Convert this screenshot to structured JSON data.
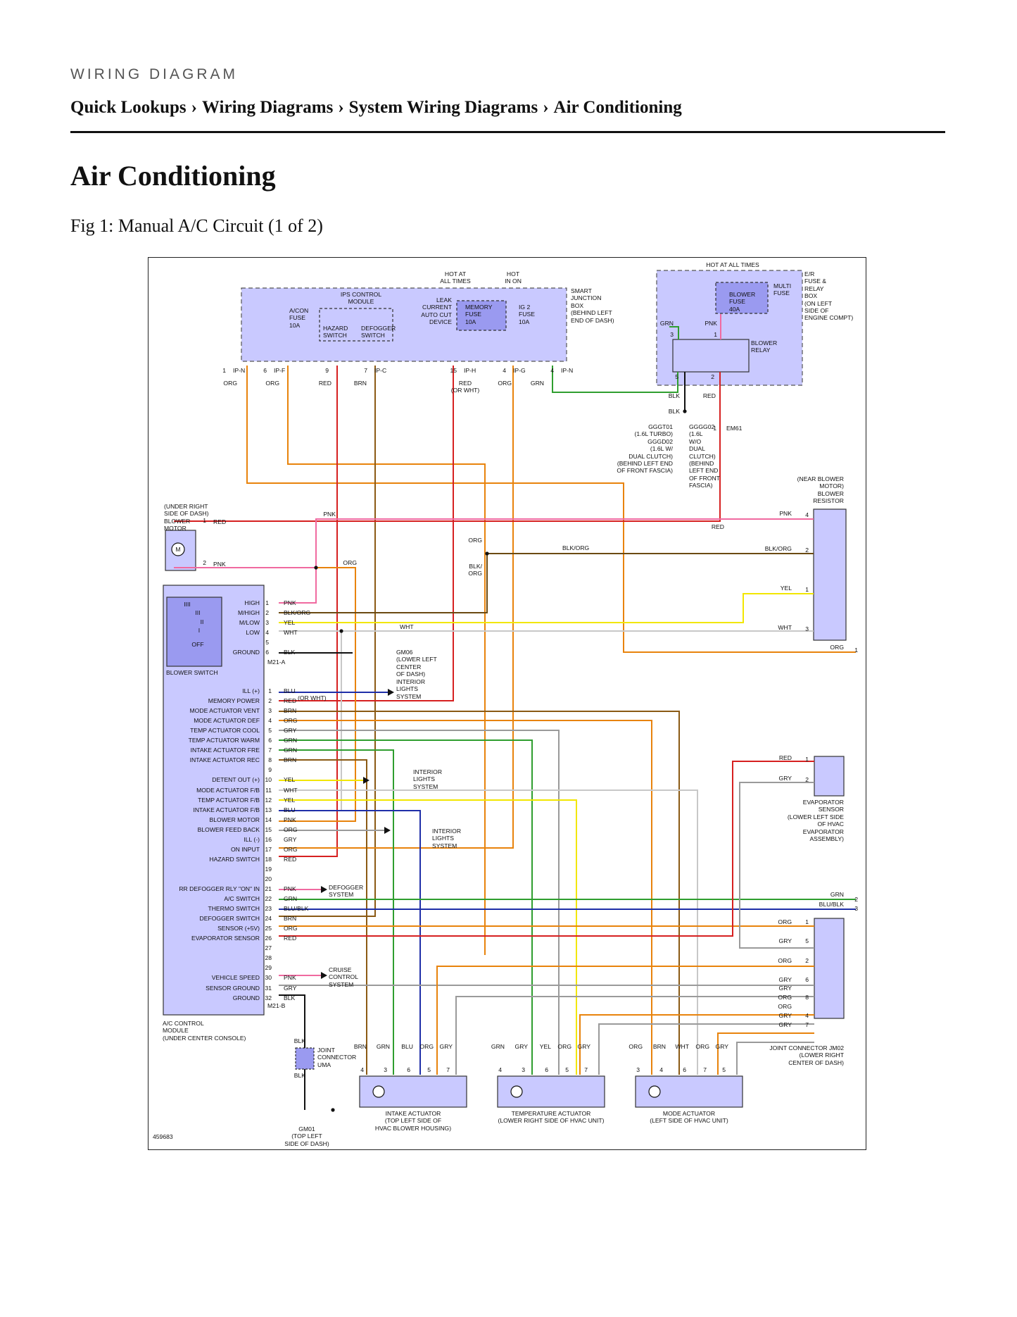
{
  "header": {
    "eyebrow": "WIRING DIAGRAM",
    "breadcrumb": [
      "Quick Lookups",
      "Wiring Diagrams",
      "System Wiring Diagrams",
      "Air Conditioning"
    ],
    "separator": "›"
  },
  "page_title": "Air Conditioning",
  "figure": {
    "caption": "Fig 1: Manual A/C Circuit (1 of 2)",
    "image_number": "459683"
  },
  "diagram": {
    "colors": {
      "ORG": "#e8830c",
      "RED": "#d62020",
      "BRN": "#8b5a14",
      "GRN": "#2f9e2f",
      "PNK": "#f06aa0",
      "BLK": "#111111",
      "YEL": "#f2e600",
      "WHT": "#c8c8c8",
      "GRY": "#9a9a9a",
      "BLU": "#1f2fa8",
      "BLKORG": "#6b4a12",
      "BLUBLK": "#1f2fa8",
      "module_fill": "#c9c9ff",
      "module_dark": "#9a9af0"
    },
    "top": {
      "hot_at_all_times": "HOT AT\nALL TIMES",
      "hot_in_on": "HOT\nIN ON",
      "hot_at_all_times_er": "HOT AT ALL TIMES",
      "ips_control_module": "IPS CONTROL\nMODULE",
      "acon_fuse": "A/CON\nFUSE\n10A",
      "hazard_switch": "HAZARD\nSWITCH",
      "defogger_switch": "DEFOGGER\nSWITCH",
      "leak_current": "LEAK\nCURRENT\nAUTO CUT\nDEVICE",
      "memory_fuse": "MEMORY\nFUSE\n10A",
      "ig2_fuse": "IG 2\nFUSE\n10A",
      "smart_junction_box": "SMART\nJUNCTION\nBOX\n(BEHIND LEFT\nEND OF DASH)",
      "er_box": "E/R\nFUSE &\nRELAY\nBOX\n(ON LEFT\nSIDE OF\nENGINE COMPT)",
      "multi_fuse": "MULTI\nFUSE",
      "blower_fuse": "BLOWER\nFUSE\n40A",
      "blower_relay": "BLOWER\nRELAY",
      "connectors": [
        {
          "pin": "1",
          "name": "IP-N"
        },
        {
          "pin": "6",
          "name": "IP-F"
        },
        {
          "pin": "9",
          "name": ""
        },
        {
          "pin": "7",
          "name": "IP-C"
        },
        {
          "pin": "15",
          "name": "IP-H"
        },
        {
          "pin": "4",
          "name": "IP-G"
        },
        {
          "pin": "4",
          "name": "IP-N"
        }
      ],
      "wire_colors": [
        "ORG",
        "ORG",
        "RED",
        "BRN",
        "RED\n(OR WHT)",
        "ORG",
        "GRN"
      ],
      "er_wires": {
        "grn": "GRN",
        "pnk": "PNK",
        "pin3": "3",
        "pin1": "1",
        "pin5": "5",
        "pin2": "2",
        "blk": "BLK",
        "red": "RED",
        "blk2": "BLK"
      },
      "grounds": "GGGT01\n(1.6L TURBO)\nGGGD02\n(1.6L W/\nDUAL CLUTCH)\n(BEHIND LEFT END\nOF FRONT FASCIA)",
      "grounds2": "GGGG02\n(1.6L\nW/O\nDUAL\nCLUTCH)\n(BEHIND\nLEFT END\nOF FRONT\nFASCIA)",
      "em61": "EM61",
      "em61_pin": "1"
    },
    "blower_motor": {
      "label": "(UNDER RIGHT\nSIDE OF DASH)\nBLOWER\nMOTOR",
      "pins": [
        {
          "pin": "1",
          "color": "RED"
        },
        {
          "pin": "2",
          "color": "PNK"
        }
      ],
      "symbol": "M"
    },
    "blower_resistor": {
      "label": "(NEAR BLOWER\nMOTOR)\nBLOWER\nRESISTOR",
      "pins": [
        {
          "pin": "4",
          "color": "PNK"
        },
        {
          "pin": "2",
          "color": "BLK/ORG"
        },
        {
          "pin": "1",
          "color": "YEL"
        },
        {
          "pin": "3",
          "color": "WHT"
        }
      ]
    },
    "mid_wire_labels": {
      "pnk": "PNK",
      "red": "RED",
      "org": "ORG",
      "blkorg": "BLK/ORG",
      "blkorg2": "BLK/\nORG",
      "org2": "ORG",
      "wht": "WHT",
      "org_out": "ORG",
      "org_out_pin": "1"
    },
    "blower_switch": {
      "label": "BLOWER SWITCH",
      "positions": [
        "IIII",
        "III",
        "II",
        "I",
        "OFF"
      ],
      "pins": [
        {
          "pin": "1",
          "name": "HIGH",
          "color": "PNK"
        },
        {
          "pin": "2",
          "name": "M/HIGH",
          "color": "BLK/ORG"
        },
        {
          "pin": "3",
          "name": "M/LOW",
          "color": "YEL"
        },
        {
          "pin": "4",
          "name": "LOW",
          "color": "WHT"
        },
        {
          "pin": "5",
          "name": "",
          "color": ""
        },
        {
          "pin": "6",
          "name": "GROUND",
          "color": "BLK"
        }
      ],
      "connector": "M21-A"
    },
    "gm06": "GM06\n(LOWER LEFT\nCENTER\nOF DASH)",
    "ac_module": {
      "label": "A/C CONTROL\nMODULE\n(UNDER CENTER CONSOLE)",
      "connector": "M21-B",
      "pins": [
        {
          "pin": "1",
          "name": "ILL (+)",
          "color": "BLU"
        },
        {
          "pin": "2",
          "name": "MEMORY POWER",
          "color": "RED",
          "note": "(OR WHT)"
        },
        {
          "pin": "3",
          "name": "MODE ACTUATOR VENT",
          "color": "BRN"
        },
        {
          "pin": "4",
          "name": "MODE ACTUATOR DEF",
          "color": "ORG"
        },
        {
          "pin": "5",
          "name": "TEMP ACTUATOR COOL",
          "color": "GRY"
        },
        {
          "pin": "6",
          "name": "TEMP ACTUATOR WARM",
          "color": "GRN"
        },
        {
          "pin": "7",
          "name": "INTAKE ACTUATOR FRE",
          "color": "GRN"
        },
        {
          "pin": "8",
          "name": "INTAKE ACTUATOR REC",
          "color": "BRN"
        },
        {
          "pin": "9",
          "name": "",
          "color": ""
        },
        {
          "pin": "10",
          "name": "DETENT OUT (+)",
          "color": "YEL"
        },
        {
          "pin": "11",
          "name": "MODE ACTUATOR F/B",
          "color": "WHT"
        },
        {
          "pin": "12",
          "name": "TEMP ACTUATOR F/B",
          "color": "YEL"
        },
        {
          "pin": "13",
          "name": "INTAKE ACTUATOR F/B",
          "color": "BLU"
        },
        {
          "pin": "14",
          "name": "BLOWER MOTOR",
          "color": "PNK"
        },
        {
          "pin": "15",
          "name": "BLOWER FEED BACK",
          "color": "ORG"
        },
        {
          "pin": "16",
          "name": "ILL (-)",
          "color": "GRY"
        },
        {
          "pin": "17",
          "name": "ON INPUT",
          "color": "ORG"
        },
        {
          "pin": "18",
          "name": "HAZARD SWITCH",
          "color": "RED"
        },
        {
          "pin": "19",
          "name": "",
          "color": ""
        },
        {
          "pin": "20",
          "name": "",
          "color": ""
        },
        {
          "pin": "21",
          "name": "RR DEFOGGER RLY \"ON\" IN",
          "color": "PNK"
        },
        {
          "pin": "22",
          "name": "A/C SWITCH",
          "color": "GRN"
        },
        {
          "pin": "23",
          "name": "THERMO SWITCH",
          "color": "BLU/BLK"
        },
        {
          "pin": "24",
          "name": "DEFOGGER SWITCH",
          "color": "BRN"
        },
        {
          "pin": "25",
          "name": "SENSOR (+5V)",
          "color": "ORG"
        },
        {
          "pin": "26",
          "name": "EVAPORATOR SENSOR",
          "color": "RED"
        },
        {
          "pin": "27",
          "name": "",
          "color": ""
        },
        {
          "pin": "28",
          "name": "",
          "color": ""
        },
        {
          "pin": "29",
          "name": "",
          "color": ""
        },
        {
          "pin": "30",
          "name": "VEHICLE SPEED",
          "color": "PNK"
        },
        {
          "pin": "31",
          "name": "SENSOR GROUND",
          "color": "GRY"
        },
        {
          "pin": "32",
          "name": "GROUND",
          "color": "BLK"
        }
      ]
    },
    "arrow_targets": {
      "interior_1": "INTERIOR\nLIGHTS\nSYSTEM",
      "interior_2": "INTERIOR\nLIGHTS\nSYSTEM",
      "interior_3": "INTERIOR\nLIGHTS\nSYSTEM",
      "defogger": "DEFOGGER\nSYSTEM",
      "cruise": "CRUISE\nCONTROL\nSYSTEM"
    },
    "evaporator_sensor": {
      "label": "EVAPORATOR\nSENSOR\n(LOWER LEFT SIDE\nOF HVAC\nEVAPORATOR\nASSEMBLY)",
      "pins": [
        {
          "pin": "1",
          "color": "RED"
        },
        {
          "pin": "2",
          "color": "GRY"
        }
      ]
    },
    "right_exits": [
      {
        "pin": "2",
        "color": "GRN"
      },
      {
        "pin": "3",
        "color": "BLU/BLK"
      }
    ],
    "joint_connector_jm02": {
      "label": "JOINT CONNECTOR JM02\n(LOWER RIGHT\nCENTER OF DASH)",
      "pins": [
        {
          "pin": "1",
          "color": "ORG"
        },
        {
          "pin": "5",
          "color": "GRY"
        },
        {
          "pin": "2",
          "color": "ORG"
        },
        {
          "pin": "6",
          "color": "GRY"
        },
        {
          "pin": "",
          "color": "GRY"
        },
        {
          "pin": "8",
          "color": "ORG"
        },
        {
          "pin": "",
          "color": "ORG"
        },
        {
          "pin": "4",
          "color": "GRY"
        },
        {
          "pin": "7",
          "color": "GRY"
        }
      ]
    },
    "joint_connector_uma": {
      "label": "JOINT\nCONNECTOR\nUMA",
      "blk_top": "BLK",
      "blk_bottom": "BLK"
    },
    "gm01": "GM01\n(TOP LEFT\nSIDE OF DASH)",
    "actuators": [
      {
        "label": "INTAKE ACTUATOR\n(TOP LEFT SIDE OF\nHVAC BLOWER HOUSING)",
        "wires": [
          "BRN",
          "GRN",
          "BLU",
          "ORG",
          "GRY"
        ],
        "pins": [
          "4",
          "3",
          "6",
          "5",
          "7"
        ]
      },
      {
        "label": "TEMPERATURE ACTUATOR\n(LOWER RIGHT SIDE OF HVAC UNIT)",
        "wires": [
          "GRN",
          "GRY",
          "YEL",
          "ORG",
          "GRY"
        ],
        "pins": [
          "4",
          "3",
          "6",
          "5",
          "7"
        ]
      },
      {
        "label": "MODE ACTUATOR\n(LEFT SIDE OF HVAC UNIT)",
        "wires": [
          "ORG",
          "BRN",
          "WHT",
          "ORG",
          "GRY"
        ],
        "pins": [
          "3",
          "4",
          "6",
          "7",
          "5"
        ]
      }
    ]
  }
}
